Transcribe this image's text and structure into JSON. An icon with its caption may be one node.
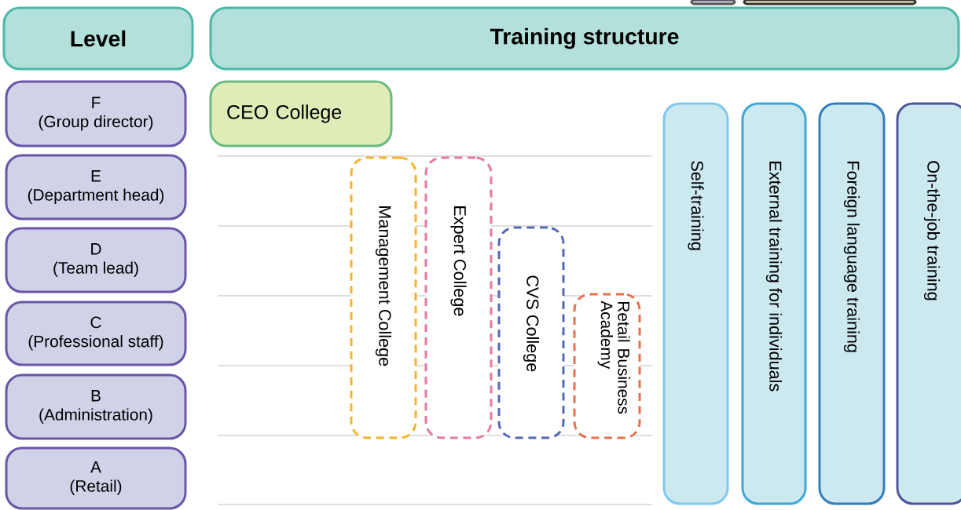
{
  "diagram": {
    "nodes": [
      {
        "text": [
          "Level"
        ]
      },
      {
        "text": [
          "Training structure"
        ]
      },
      {
        "text": [
          "F",
          "(Group director)"
        ]
      },
      {
        "text": [
          "E",
          "(Department head)"
        ]
      },
      {
        "text": [
          "D",
          "(Team lead)"
        ]
      },
      {
        "text": [
          "C",
          "(Professional staff)"
        ]
      },
      {
        "text": [
          "B",
          "(Administration)"
        ]
      },
      {
        "text": [
          "A",
          "(Retail)"
        ]
      },
      {
        "text": [
          "CEO College"
        ]
      },
      {
        "text": [
          "Management College"
        ]
      },
      {
        "text": [
          "Expert College"
        ]
      },
      {
        "text": [
          "CVS College"
        ]
      },
      {
        "text": [
          "Retail Business Academy"
        ]
      },
      {
        "text": [
          "Self-training"
        ]
      },
      {
        "text": [
          "External training for individuals"
        ]
      },
      {
        "text": [
          "Foreign language training"
        ]
      },
      {
        "text": [
          "On-the-job training"
        ]
      },
      {
        "text": [],
        "shape": "box"
      },
      {
        "text": [],
        "shape": "box"
      }
    ]
  }
}
